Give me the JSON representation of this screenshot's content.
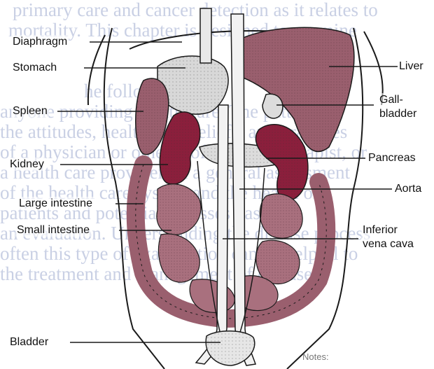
{
  "labels": {
    "diaphragm": "Diaphragm",
    "stomach": "Stomach",
    "spleen": "Spleen",
    "kidney": "Kidney",
    "large_intestine": "Large intestine",
    "small_intestine": "Small intestine",
    "bladder": "Bladder",
    "liver": "Liver",
    "gallbladder_1": "Gall-",
    "gallbladder_2": "bladder",
    "pancreas": "Pancreas",
    "aorta": "Aorta",
    "inferior_vena_cava_1": "Inferior",
    "inferior_vena_cava_2": "vena cava"
  },
  "background_text": [
    "primary care and cancer detection as it relates to",
    "mortality. This chapter is designed to examine",
    "",
    "",
    "he following",
    "anyone providing health care. The patterns of",
    "the attitudes, health care beliefs, and practices",
    "of a physician or other professional, therapist, or",
    "a health care provider on a general assessment",
    "of the health care system and the health of",
    "patients and potential illnesses based",
    "an evaluation. Understanding the disease process",
    "often this type of examination can be helpful to",
    "the treatment and management of disease",
    ""
  ],
  "notes_text": "Notes:",
  "colors": {
    "organ_fill": "#9a5f6e",
    "kidney_fill": "#8b1f3c",
    "line": "#1a1a1a",
    "bg_text": "#c4cbe2"
  }
}
